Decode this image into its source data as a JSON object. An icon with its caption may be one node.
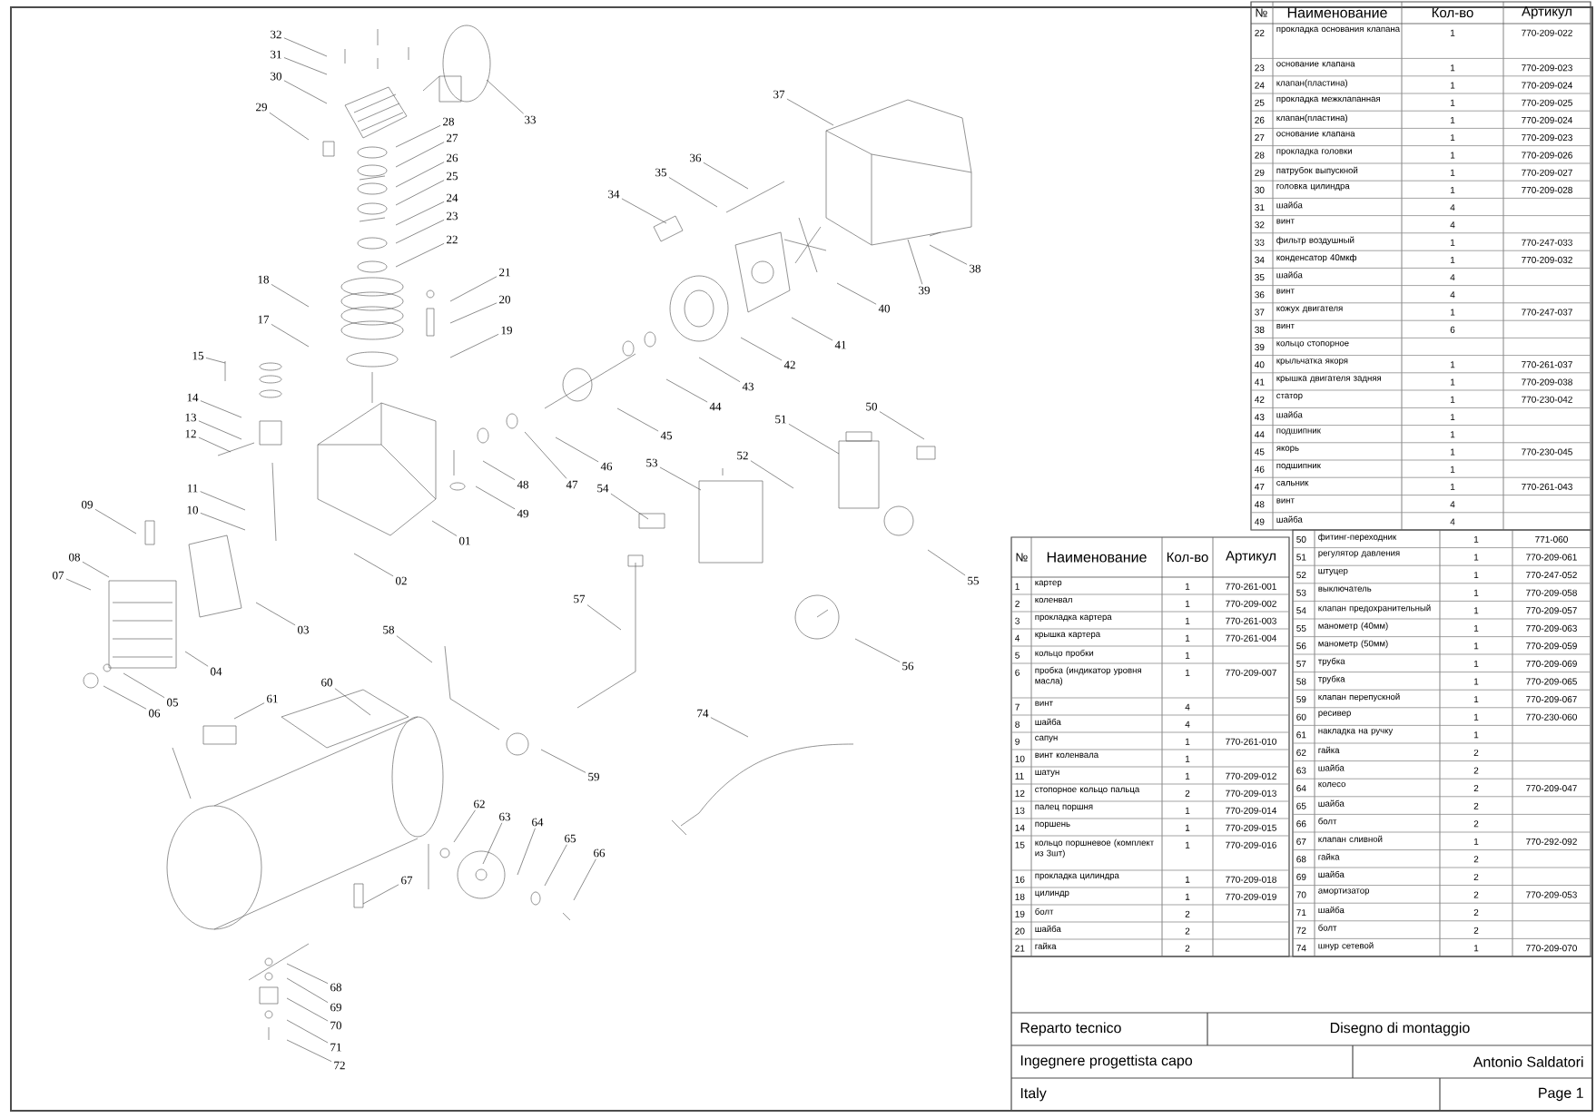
{
  "diagram": {
    "nodes": [
      {
        "text": [
          "01"
        ]
      },
      {
        "text": [
          "02"
        ]
      },
      {
        "text": [
          "03"
        ]
      },
      {
        "text": [
          "04"
        ]
      },
      {
        "text": [
          "05"
        ]
      },
      {
        "text": [
          "06"
        ]
      },
      {
        "text": [
          "07"
        ]
      },
      {
        "text": [
          "08"
        ]
      },
      {
        "text": [
          "09"
        ]
      },
      {
        "text": [
          "10"
        ]
      },
      {
        "text": [
          "11"
        ]
      },
      {
        "text": [
          "12"
        ]
      },
      {
        "text": [
          "13"
        ]
      },
      {
        "text": [
          "14"
        ]
      },
      {
        "text": [
          "15"
        ]
      },
      {
        "text": [
          "17"
        ]
      },
      {
        "text": [
          "18"
        ]
      },
      {
        "text": [
          "19"
        ]
      },
      {
        "text": [
          "20"
        ]
      },
      {
        "text": [
          "21"
        ]
      },
      {
        "text": [
          "22"
        ]
      },
      {
        "text": [
          "23"
        ]
      },
      {
        "text": [
          "24"
        ]
      },
      {
        "text": [
          "25"
        ]
      },
      {
        "text": [
          "26"
        ]
      },
      {
        "text": [
          "27"
        ]
      },
      {
        "text": [
          "28"
        ]
      },
      {
        "text": [
          "29"
        ]
      },
      {
        "text": [
          "30"
        ]
      },
      {
        "text": [
          "31"
        ]
      },
      {
        "text": [
          "32"
        ]
      },
      {
        "text": [
          "33"
        ]
      },
      {
        "text": [
          "34"
        ]
      },
      {
        "text": [
          "35"
        ]
      },
      {
        "text": [
          "36"
        ]
      },
      {
        "text": [
          "37"
        ]
      },
      {
        "text": [
          "38"
        ]
      },
      {
        "text": [
          "39"
        ]
      },
      {
        "text": [
          "40"
        ]
      },
      {
        "text": [
          "41"
        ]
      },
      {
        "text": [
          "42"
        ]
      },
      {
        "text": [
          "43"
        ]
      },
      {
        "text": [
          "44"
        ]
      },
      {
        "text": [
          "45"
        ]
      },
      {
        "text": [
          "46"
        ]
      },
      {
        "text": [
          "47"
        ]
      },
      {
        "text": [
          "48"
        ]
      },
      {
        "text": [
          "49"
        ]
      },
      {
        "text": [
          "50"
        ]
      },
      {
        "text": [
          "51"
        ]
      },
      {
        "text": [
          "52"
        ]
      },
      {
        "text": [
          "53"
        ]
      },
      {
        "text": [
          "54"
        ]
      },
      {
        "text": [
          "55"
        ]
      },
      {
        "text": [
          "56"
        ]
      },
      {
        "text": [
          "57"
        ]
      },
      {
        "text": [
          "58"
        ]
      },
      {
        "text": [
          "59"
        ]
      },
      {
        "text": [
          "60"
        ]
      },
      {
        "text": [
          "61"
        ]
      },
      {
        "text": [
          "62"
        ]
      },
      {
        "text": [
          "63"
        ]
      },
      {
        "text": [
          "64"
        ]
      },
      {
        "text": [
          "65"
        ]
      },
      {
        "text": [
          "66"
        ]
      },
      {
        "text": [
          "67"
        ]
      },
      {
        "text": [
          "68"
        ]
      },
      {
        "text": [
          "69"
        ]
      },
      {
        "text": [
          "70"
        ]
      },
      {
        "text": [
          "71"
        ]
      },
      {
        "text": [
          "72"
        ]
      },
      {
        "text": [
          "74"
        ]
      }
    ],
    "edges": [
      {
        "from": 0,
        "to": null,
        "arrow": "none"
      },
      {
        "from": 1,
        "to": null,
        "arrow": "none"
      },
      {
        "from": 2,
        "to": null,
        "arrow": "none"
      },
      {
        "from": 3,
        "to": null,
        "arrow": "none"
      },
      {
        "from": 4,
        "to": null,
        "arrow": "none"
      },
      {
        "from": 5,
        "to": null,
        "arrow": "none"
      },
      {
        "from": 6,
        "to": null,
        "arrow": "none"
      },
      {
        "from": 7,
        "to": null,
        "arrow": "none"
      },
      {
        "from": 8,
        "to": null,
        "arrow": "none"
      },
      {
        "from": 9,
        "to": null,
        "arrow": "none"
      },
      {
        "from": 10,
        "to": null,
        "arrow": "none"
      },
      {
        "from": 11,
        "to": null,
        "arrow": "none"
      },
      {
        "from": 12,
        "to": null,
        "arrow": "none"
      },
      {
        "from": 13,
        "to": null,
        "arrow": "none"
      },
      {
        "from": 14,
        "to": null,
        "arrow": "none"
      },
      {
        "from": 15,
        "to": null,
        "arrow": "none"
      },
      {
        "from": 16,
        "to": null,
        "arrow": "none"
      },
      {
        "from": 17,
        "to": null,
        "arrow": "none"
      },
      {
        "from": 18,
        "to": null,
        "arrow": "none"
      },
      {
        "from": 19,
        "to": null,
        "arrow": "none"
      },
      {
        "from": 20,
        "to": null,
        "arrow": "none"
      },
      {
        "from": 21,
        "to": null,
        "arrow": "none"
      },
      {
        "from": 22,
        "to": null,
        "arrow": "none"
      },
      {
        "from": 23,
        "to": null,
        "arrow": "none"
      },
      {
        "from": 24,
        "to": null,
        "arrow": "none"
      },
      {
        "from": 25,
        "to": null,
        "arrow": "none"
      },
      {
        "from": 26,
        "to": null,
        "arrow": "none"
      },
      {
        "from": 27,
        "to": null,
        "arrow": "none"
      },
      {
        "from": 28,
        "to": null,
        "arrow": "none"
      },
      {
        "from": 29,
        "to": null,
        "arrow": "none"
      },
      {
        "from": 30,
        "to": null,
        "arrow": "none"
      },
      {
        "from": 31,
        "to": null,
        "arrow": "none"
      },
      {
        "from": 32,
        "to": null,
        "arrow": "none"
      },
      {
        "from": 33,
        "to": null,
        "arrow": "none"
      },
      {
        "from": 34,
        "to": null,
        "arrow": "none"
      },
      {
        "from": 35,
        "to": null,
        "arrow": "none"
      },
      {
        "from": 36,
        "to": null,
        "arrow": "none"
      },
      {
        "from": 37,
        "to": null,
        "arrow": "none"
      },
      {
        "from": 38,
        "to": null,
        "arrow": "none"
      },
      {
        "from": 39,
        "to": null,
        "arrow": "none"
      },
      {
        "from": 40,
        "to": null,
        "arrow": "none"
      },
      {
        "from": 41,
        "to": null,
        "arrow": "none"
      },
      {
        "from": 42,
        "to": null,
        "arrow": "none"
      },
      {
        "from": 43,
        "to": null,
        "arrow": "none"
      },
      {
        "from": 44,
        "to": null,
        "arrow": "none"
      },
      {
        "from": 45,
        "to": null,
        "arrow": "none"
      },
      {
        "from": 46,
        "to": null,
        "arrow": "none"
      },
      {
        "from": 47,
        "to": null,
        "arrow": "none"
      },
      {
        "from": 48,
        "to": null,
        "arrow": "none"
      },
      {
        "from": 49,
        "to": null,
        "arrow": "none"
      },
      {
        "from": 50,
        "to": null,
        "arrow": "none"
      },
      {
        "from": 51,
        "to": null,
        "arrow": "none"
      },
      {
        "from": 52,
        "to": null,
        "arrow": "none"
      },
      {
        "from": 53,
        "to": null,
        "arrow": "none"
      },
      {
        "from": 54,
        "to": null,
        "arrow": "none"
      },
      {
        "from": 55,
        "to": null,
        "arrow": "none"
      },
      {
        "from": 56,
        "to": null,
        "arrow": "none"
      },
      {
        "from": 57,
        "to": null,
        "arrow": "none"
      },
      {
        "from": 58,
        "to": null,
        "arrow": "none"
      },
      {
        "from": 59,
        "to": null,
        "arrow": "none"
      },
      {
        "from": 60,
        "to": null,
        "arrow": "none"
      },
      {
        "from": 61,
        "to": null,
        "arrow": "none"
      },
      {
        "from": 62,
        "to": null,
        "arrow": "none"
      },
      {
        "from": 63,
        "to": null,
        "arrow": "none"
      },
      {
        "from": 64,
        "to": null,
        "arrow": "none"
      },
      {
        "from": 65,
        "to": null,
        "arrow": "none"
      },
      {
        "from": 66,
        "to": null,
        "arrow": "none"
      },
      {
        "from": 67,
        "to": null,
        "arrow": "none"
      },
      {
        "from": 68,
        "to": null,
        "arrow": "none"
      },
      {
        "from": 69,
        "to": null,
        "arrow": "none"
      },
      {
        "from": 70,
        "to": null,
        "arrow": "none"
      },
      {
        "from": 71,
        "to": null,
        "arrow": "none"
      }
    ],
    "labels": [
      "№",
      "Наименование",
      "Кол-во",
      "Артикул",
      "22",
      "прокладка основания клапана",
      "1",
      "770-209-022",
      "23",
      "основание клапана",
      "1",
      "770-209-023",
      "24",
      "клапан(пластина)",
      "1",
      "770-209-024",
      "25",
      "прокладка межклапанная",
      "1",
      "770-209-025",
      "26",
      "клапан(пластина)",
      "1",
      "770-209-024",
      "27",
      "основание клапана",
      "1",
      "770-209-023",
      "28",
      "прокладка головки",
      "1",
      "770-209-026",
      "29",
      "патрубок выпускной",
      "1",
      "770-209-027",
      "30",
      "головка цилиндра",
      "1",
      "770-209-028",
      "31",
      "шайба",
      "4",
      "32",
      "винт",
      "4",
      "33",
      "фильтр воздушный",
      "1",
      "770-247-033",
      "34",
      "конденсатор 40мкф",
      "1",
      "770-209-032",
      "35",
      "шайба",
      "4",
      "36",
      "винт",
      "4",
      "37",
      "кожух двигателя",
      "1",
      "770-247-037",
      "38",
      "винт",
      "6",
      "39",
      "кольцо стопорное",
      "40",
      "крыльчатка якоря",
      "1",
      "770-261-037",
      "41",
      "крышка двигателя задняя",
      "1",
      "770-209-038",
      "42",
      "статор",
      "1",
      "770-230-042",
      "43",
      "шайба",
      "1",
      "44",
      "подшипник",
      "1",
      "45",
      "якорь",
      "1",
      "770-230-045",
      "46",
      "подшипник",
      "1",
      "47",
      "сальник",
      "1",
      "770-261-043",
      "48",
      "винт",
      "4",
      "49",
      "шайба",
      "4",
      "50",
      "фитинг-переходник",
      "1",
      "771-060",
      "51",
      "регулятор давления",
      "1",
      "770-209-061",
      "52",
      "штуцер",
      "1",
      "770-247-052",
      "53",
      "выключатель",
      "1",
      "770-209-058",
      "54",
      "клапан предохранительный",
      "1",
      "770-209-057",
      "55",
      "манометр (40мм)",
      "1",
      "770-209-063",
      "56",
      "манометр (50мм)",
      "1",
      "770-209-059",
      "57",
      "трубка",
      "1",
      "770-209-069",
      "58",
      "трубка",
      "1",
      "770-209-065",
      "59",
      "клапан перепускной",
      "1",
      "770-209-067",
      "60",
      "ресивер",
      "1",
      "770-230-060",
      "61",
      "накладка на ручку",
      "1",
      "62",
      "гайка",
      "2",
      "63",
      "шайба",
      "2",
      "64",
      "колесо",
      "2",
      "770-209-047",
      "65",
      "шайба",
      "2",
      "66",
      "болт",
      "2",
      "67",
      "клапан сливной",
      "1",
      "770-292-092",
      "68",
      "гайка",
      "2",
      "69",
      "шайба",
      "2",
      "70",
      "амортизатор",
      "2",
      "770-209-053",
      "71",
      "шайба",
      "2",
      "72",
      "болт",
      "2",
      "74",
      "шнур сетевой",
      "1",
      "770-209-070",
      "№",
      "Наименование",
      "Кол-во",
      "Артикул",
      "1",
      "картер",
      "1",
      "770-261-001",
      "2",
      "коленвал",
      "1",
      "770-209-002",
      "3",
      "прокладка картера",
      "1",
      "770-261-003",
      "4",
      "крышка картера",
      "1",
      "770-261-004",
      "5",
      "кольцо пробки",
      "1",
      "6",
      "пробка (индикатор уровня масла)",
      "1",
      "770-209-007",
      "7",
      "винт",
      "4",
      "8",
      "шайба",
      "4",
      "9",
      "сапун",
      "1",
      "770-261-010",
      "10",
      "винт коленвала",
      "1",
      "11",
      "шатун",
      "1",
      "770-209-012",
      "12",
      "стопорное кольцо пальца",
      "2",
      "770-209-013",
      "13",
      "палец поршня",
      "1",
      "770-209-014",
      "14",
      "поршень",
      "1",
      "770-209-015",
      "15",
      "кольцо поршневое (комплект из 3шт)",
      "1",
      "770-209-016",
      "16",
      "прокладка цилиндра",
      "1",
      "770-209-018",
      "18",
      "цилиндр",
      "1",
      "770-209-019",
      "19",
      "болт",
      "2",
      "20",
      "шайба",
      "2",
      "21",
      "гайка",
      "2",
      "Reparto tecnico",
      "Disegno di montaggio",
      "Ingegnere progettista capo",
      "Antonio Saldatori",
      "Italy",
      "Page 1"
    ]
  }
}
